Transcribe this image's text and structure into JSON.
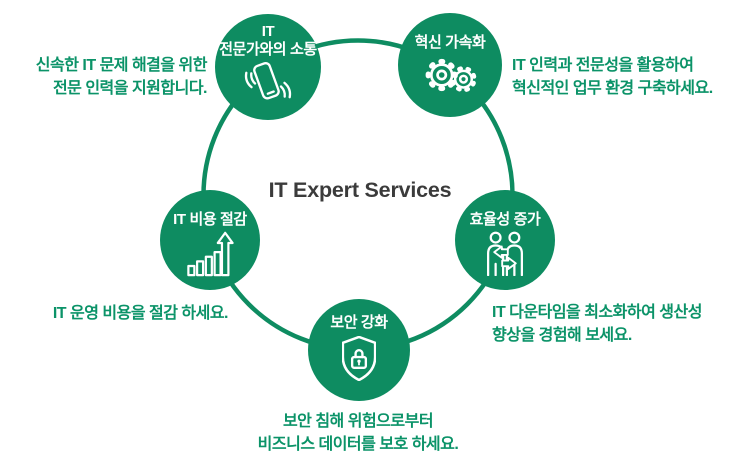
{
  "center_title": "IT Expert Services",
  "colors": {
    "green": "#0E8C61",
    "caption_green": "#0B9368",
    "title_dark": "#3b3b3b",
    "icon_white": "#ffffff"
  },
  "nodes": [
    {
      "id": "communication",
      "title_a": "IT",
      "title_b": "전문가와의 소통",
      "icon": "phone-waves-icon"
    },
    {
      "id": "innovation",
      "title_a": "혁신 가속화",
      "title_b": "",
      "icon": "gears-icon"
    },
    {
      "id": "cost-saving",
      "title_a": "IT 비용 절감",
      "title_b": "",
      "icon": "bar-chart-arrow-icon"
    },
    {
      "id": "efficiency",
      "title_a": "효율성 증가",
      "title_b": "",
      "icon": "people-exchange-icon"
    },
    {
      "id": "security",
      "title_a": "보안 강화",
      "title_b": "",
      "icon": "shield-lock-icon"
    }
  ],
  "captions": {
    "top_left": {
      "line1": "신속한 IT 문제 해결을 위한",
      "line2": "전문 인력을 지원합니다."
    },
    "top_right": {
      "line1": "IT 인력과 전문성을 활용하여",
      "line2": "혁신적인 업무 환경 구축하세요."
    },
    "mid_left": {
      "line1": "IT 운영 비용을 절감 하세요."
    },
    "mid_right": {
      "line1": "IT 다운타임을 최소화하여 생산성",
      "line2": "향상을 경험해 보세요."
    },
    "bottom": {
      "line1": "보안 침해 위험으로부터",
      "line2": "비즈니스 데이터를 보호 하세요."
    }
  }
}
